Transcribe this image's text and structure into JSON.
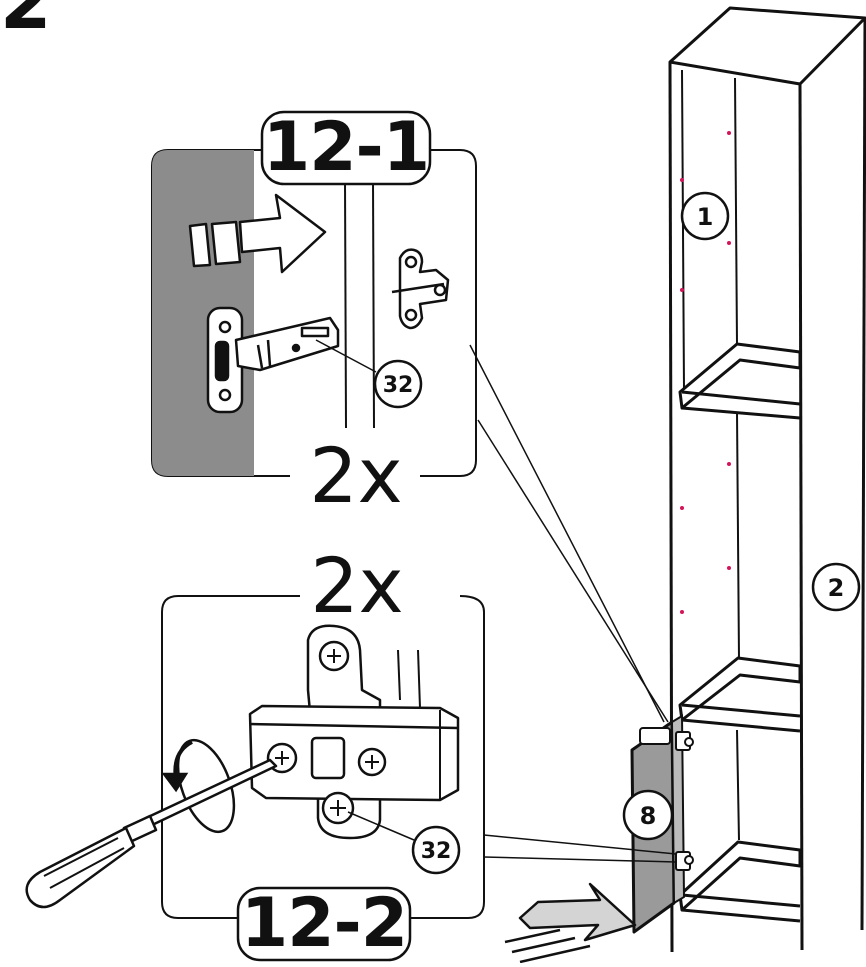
{
  "step": {
    "number": "2"
  },
  "detail_top": {
    "step_label": "12-1",
    "multiplier": "2x",
    "part_callout": "32"
  },
  "detail_bottom": {
    "step_label": "12-2",
    "multiplier": "2x",
    "part_callout": "32"
  },
  "cabinet": {
    "part_side_panel": "1",
    "part_right_panel": "2",
    "part_door": "8"
  },
  "colors": {
    "line": "#111111",
    "door_fill": "#9a9a9a",
    "wall_fill": "#8c8c8c",
    "arrow_fill": "#d4d4d4",
    "marker": "#d4145a"
  },
  "icons": [
    "push-arrow-icon",
    "rotate-arrow-icon",
    "screwdriver-icon",
    "hinge-icon",
    "mounting-plate-icon",
    "screw-icon"
  ]
}
